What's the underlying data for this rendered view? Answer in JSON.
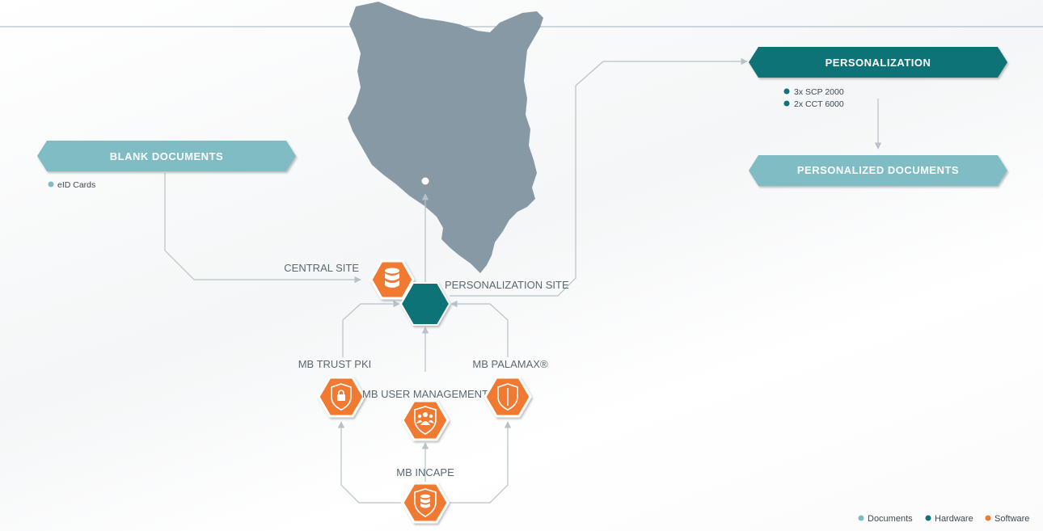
{
  "banners": {
    "blank_documents": "BLANK DOCUMENTS",
    "personalization": "PERSONALIZATION",
    "personalized_documents": "PERSONALIZED DOCUMENTS"
  },
  "blank_documents_items": [
    "eID Cards"
  ],
  "personalization_items": [
    "3x SCP 2000",
    "2x CCT 6000"
  ],
  "nodes": {
    "central_site": "CENTRAL SITE",
    "personalization_site": "PERSONALIZATION SITE",
    "mb_trust_pki": "MB TRUST PKI",
    "mb_user_management": "MB USER MANAGEMENT",
    "mb_palamax": "MB PALAMAX®",
    "mb_incape": "MB INCAPE"
  },
  "legend": [
    {
      "label": "Documents",
      "color": "#7fbcc3"
    },
    {
      "label": "Hardware",
      "color": "#0f7377"
    },
    {
      "label": "Software",
      "color": "#f07a32"
    }
  ],
  "colors": {
    "documents": "#7fbcc3",
    "hardware": "#0f7377",
    "software": "#f07a32",
    "map": "#8799a4",
    "connector": "#b6c2c8"
  },
  "icons": {
    "central_site": "database-icon",
    "mb_trust_pki": "lock-shield-icon",
    "mb_user_management": "users-shield-icon",
    "mb_palamax": "shield-icon",
    "mb_incape": "database-shield-icon"
  }
}
